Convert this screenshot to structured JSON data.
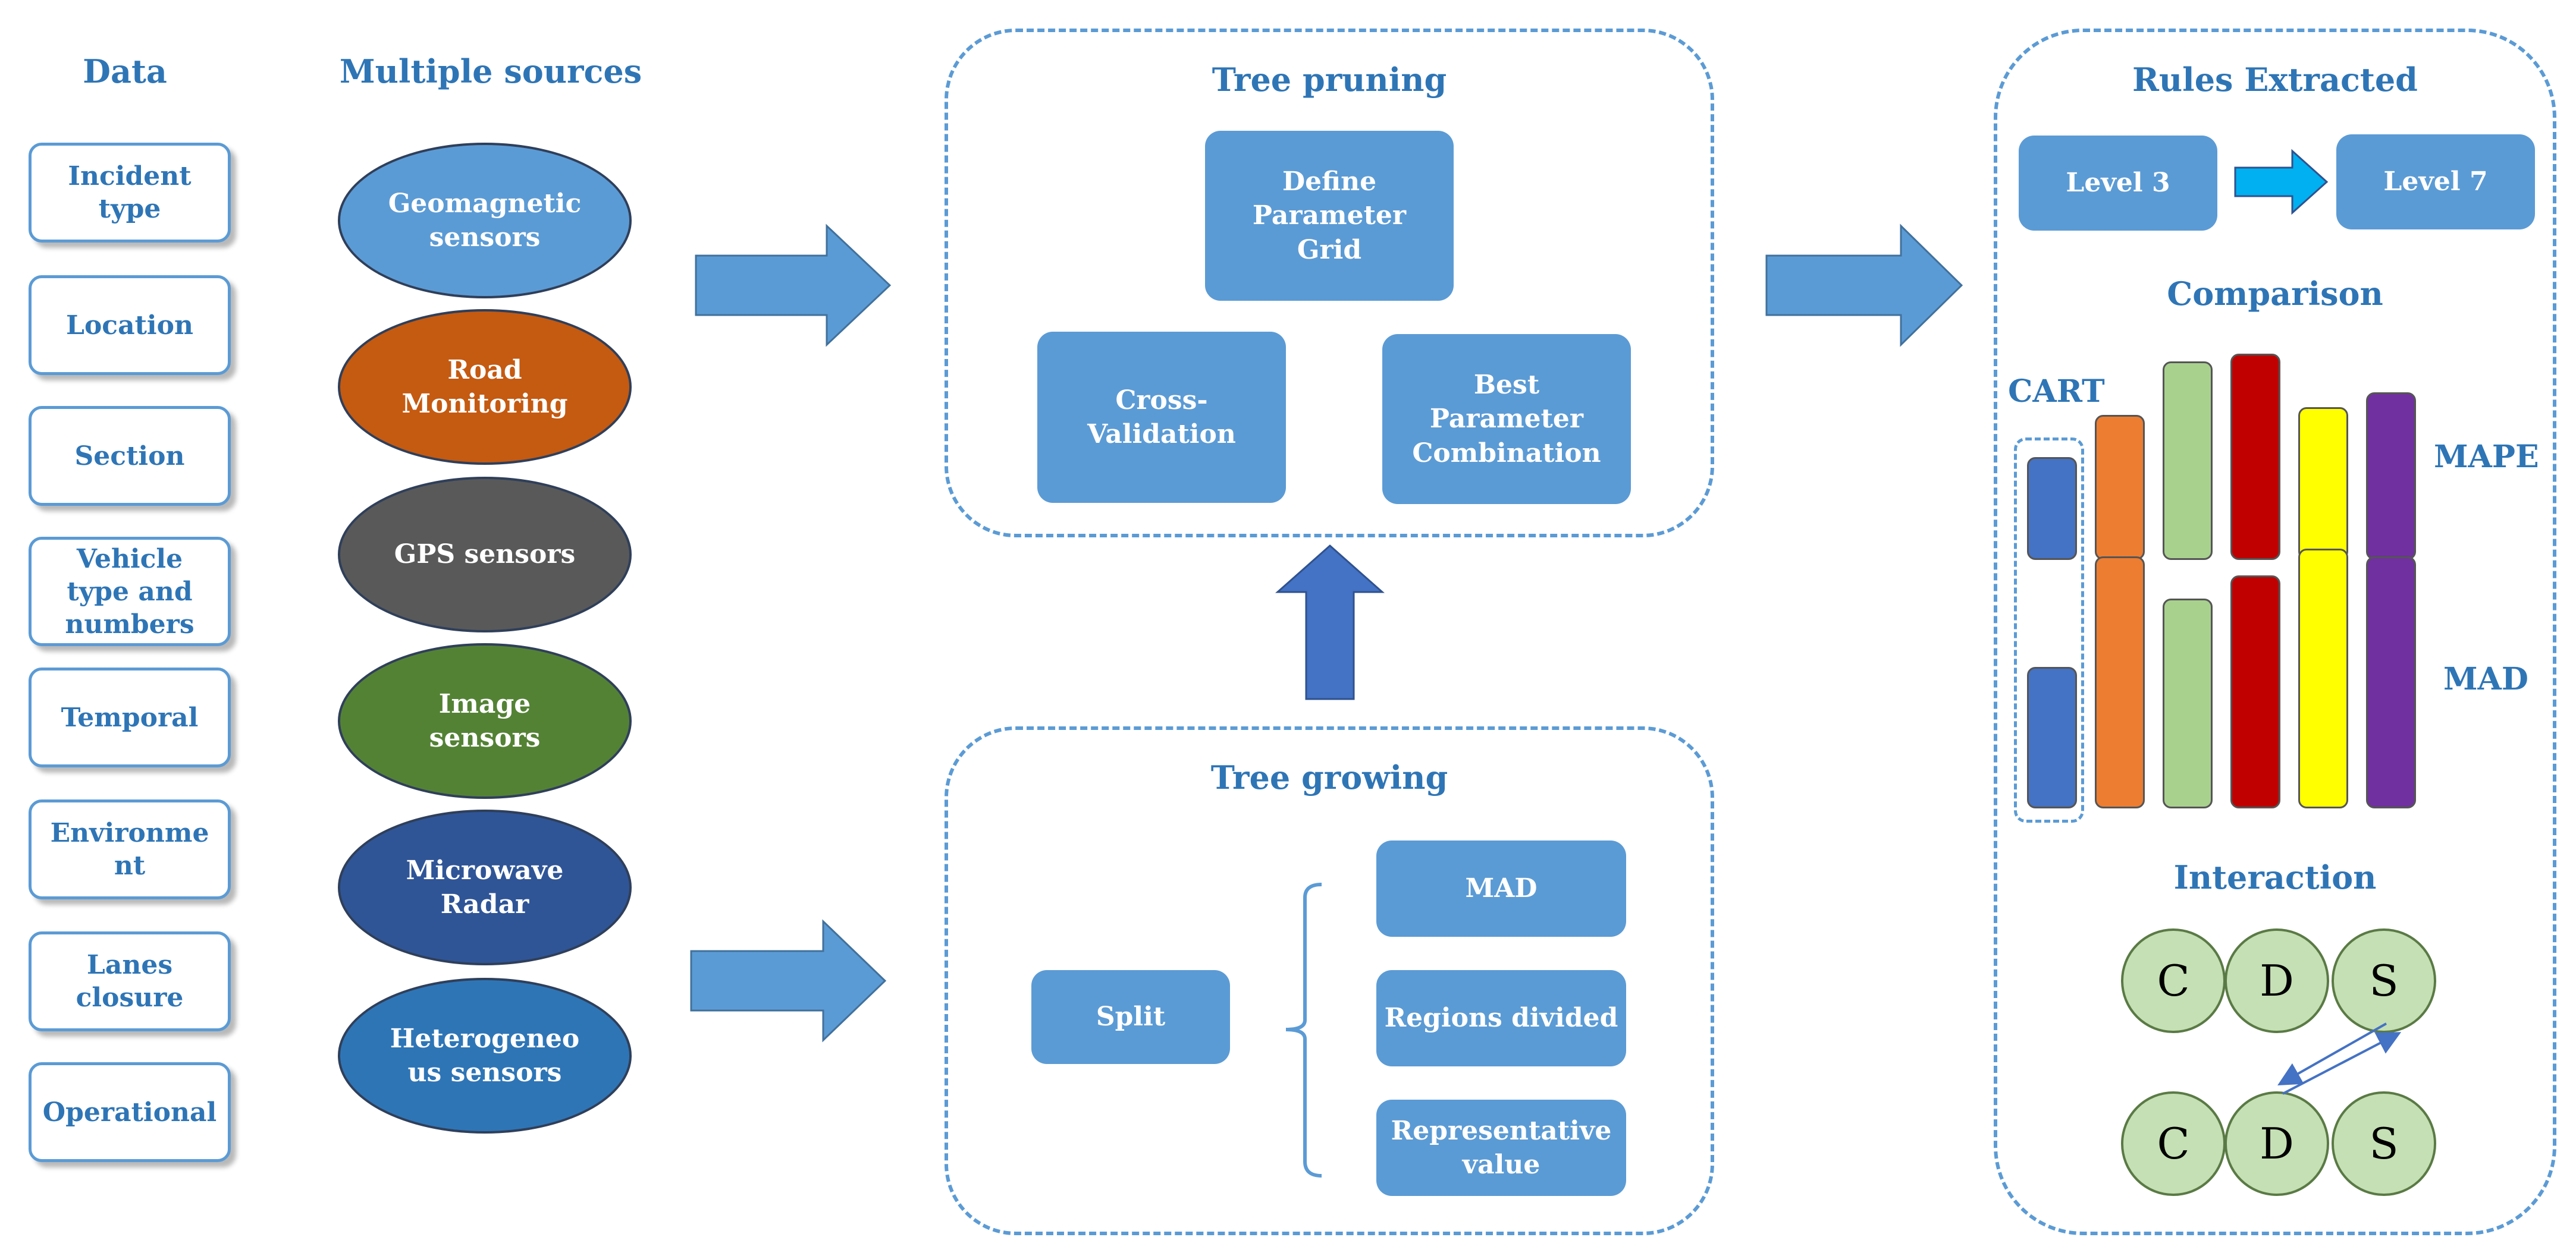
{
  "data_column": {
    "heading": "Data",
    "items": [
      "Incident type",
      "Location",
      "Section",
      "Vehicle type and numbers",
      "Temporal",
      "Environme nt",
      "Lanes closure",
      "Operational"
    ]
  },
  "sources_column": {
    "heading": "Multiple sources",
    "items": [
      {
        "label": "Geomagnetic sensors",
        "color": "#5B9BD5"
      },
      {
        "label": "Road Monitoring",
        "color": "#C55A11"
      },
      {
        "label": "GPS sensors",
        "color": "#595959"
      },
      {
        "label": "Image sensors",
        "color": "#548235"
      },
      {
        "label": "Microwave Radar",
        "color": "#2F5597"
      },
      {
        "label": "Heterogeneo us sensors",
        "color": "#2E75B6"
      }
    ]
  },
  "tree_pruning": {
    "title": "Tree pruning",
    "define": "Define Parameter Grid",
    "cross": "Cross- Validation",
    "best": "Best Parameter Combination"
  },
  "tree_growing": {
    "title": "Tree growing",
    "split": "Split",
    "outputs": [
      "MAD",
      "Regions divided",
      "Representative value"
    ]
  },
  "rules": {
    "title": "Rules Extracted",
    "level_from": "Level 3",
    "level_to": "Level 7",
    "comparison_title": "Comparison",
    "cart_label": "CART",
    "mape_label": "MAPE",
    "mad_label": "MAD",
    "bar_colors": [
      "#4472C4",
      "#ED7D31",
      "#A9D18E",
      "#C00000",
      "#FFFF00",
      "#7030A0"
    ],
    "mape_values": [
      0.27,
      0.38,
      0.52,
      0.54,
      0.4,
      0.44
    ],
    "mad_values": [
      0.37,
      0.66,
      0.55,
      0.61,
      0.68,
      0.66
    ],
    "interaction_title": "Interaction",
    "top_circles": [
      "C",
      "D",
      "S"
    ],
    "bottom_circles": [
      "C",
      "D",
      "S"
    ]
  },
  "colors": {
    "accent": "#2E75B6",
    "box_fill": "#5B9BD5",
    "arrow_fill": "#5B9BD5",
    "up_arrow_fill": "#4472C4"
  }
}
